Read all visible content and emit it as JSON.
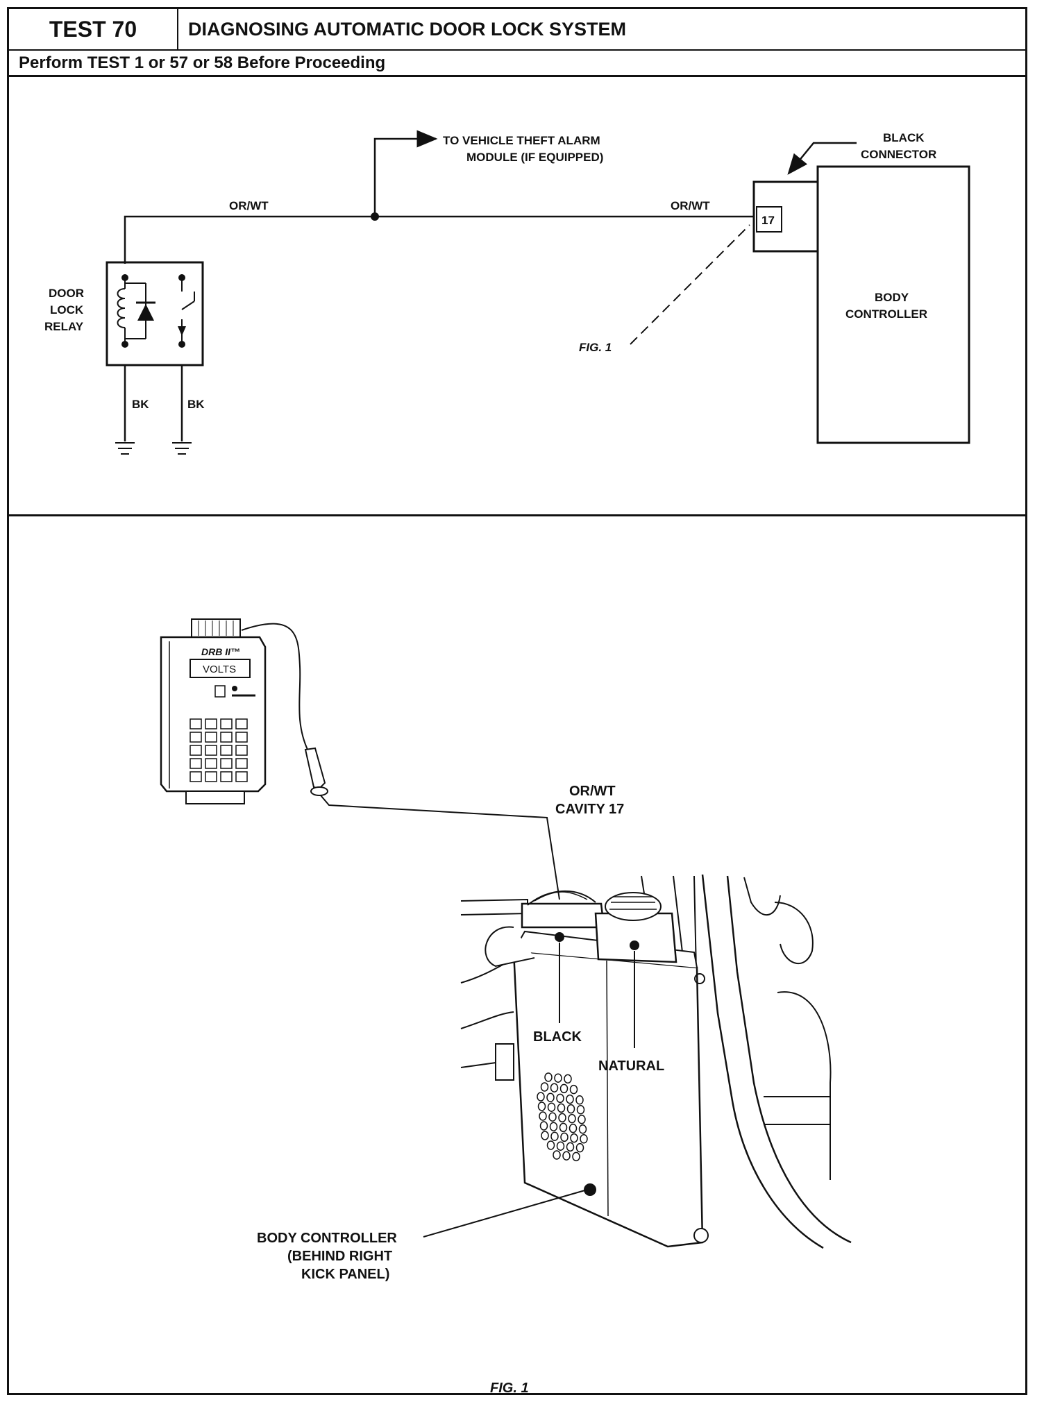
{
  "header": {
    "test_id": "TEST 70",
    "title": "DIAGNOSING AUTOMATIC DOOR LOCK SYSTEM",
    "prerequisite": "Perform TEST 1 or 57 or 58 Before Proceeding"
  },
  "schematic": {
    "wire_left": "OR/WT",
    "wire_right": "OR/WT",
    "branch_line1": "TO VEHICLE THEFT ALARM",
    "branch_line2": "MODULE (IF EQUIPPED)",
    "connector_line1": "BLACK",
    "connector_line2": "CONNECTOR",
    "cavity": "17",
    "controller_line1": "BODY",
    "controller_line2": "CONTROLLER",
    "relay_line1": "DOOR",
    "relay_line2": "LOCK",
    "relay_line3": "RELAY",
    "ground_left": "BK",
    "ground_right": "BK",
    "fig_ref": "FIG. 1"
  },
  "figure": {
    "tester_brand": "DRB II™",
    "tester_display": "VOLTS",
    "probe_line1": "OR/WT",
    "probe_line2": "CAVITY 17",
    "connector_black": "BLACK",
    "connector_natural": "NATURAL",
    "location_line1": "BODY CONTROLLER",
    "location_line2": "(BEHIND RIGHT",
    "location_line3": "KICK PANEL)",
    "caption": "FIG. 1"
  }
}
